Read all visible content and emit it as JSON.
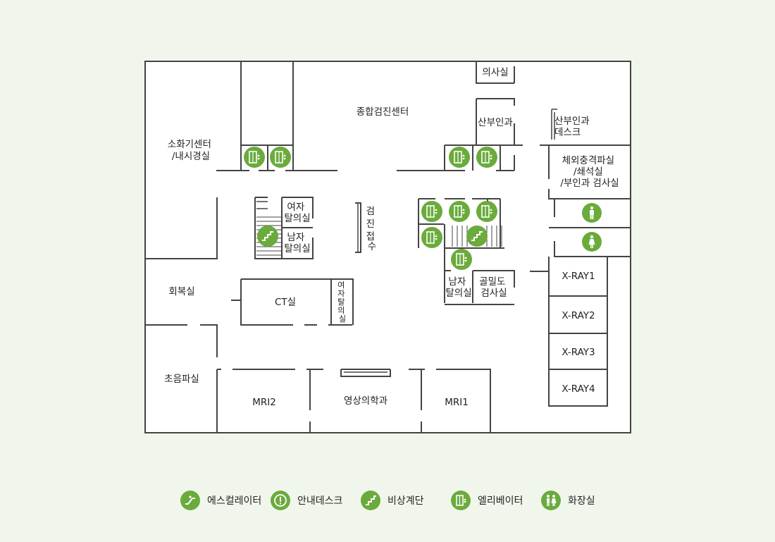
{
  "colors": {
    "background": "#f1f6ec",
    "accent_green": "#6aab3c",
    "wall": "#444444",
    "floor": "#ffffff"
  },
  "rooms": {
    "endoscopy": [
      "소화기센터",
      "/내시경실"
    ],
    "health_center": "종합검진센터",
    "doctor_room": "의사실",
    "obgyn": "산부인과",
    "obgyn_desk": [
      "산부인과",
      "데스크"
    ],
    "eswl": [
      "체외충격파실",
      "/쇄석실",
      "/부인과 검사실"
    ],
    "women_locker_1": [
      "여자",
      "탈의실"
    ],
    "men_locker_1": [
      "남자",
      "탈의실"
    ],
    "checkup_reception": [
      "검",
      "진",
      "접",
      "수"
    ],
    "recovery": "회복실",
    "ct": "CT실",
    "women_locker_2": [
      "여",
      "자",
      "탈",
      "의",
      "실"
    ],
    "men_locker_2": [
      "남자",
      "탈의실"
    ],
    "bone_density": [
      "골밀도",
      "검사실"
    ],
    "xray1": "X-RAY1",
    "xray2": "X-RAY2",
    "xray3": "X-RAY3",
    "xray4": "X-RAY4",
    "ultrasound": "초음파실",
    "mri2": "MRI2",
    "radiology": "영상의학과",
    "mri1": "MRI1"
  },
  "legend": [
    {
      "icon": "escalator-icon",
      "label": "에스컬레이터"
    },
    {
      "icon": "info-desk-icon",
      "label": "안내데스크"
    },
    {
      "icon": "emergency-stairs-icon",
      "label": "비상계단"
    },
    {
      "icon": "elevator-icon",
      "label": "엘리베이터"
    },
    {
      "icon": "restroom-icon",
      "label": "화장실"
    }
  ]
}
